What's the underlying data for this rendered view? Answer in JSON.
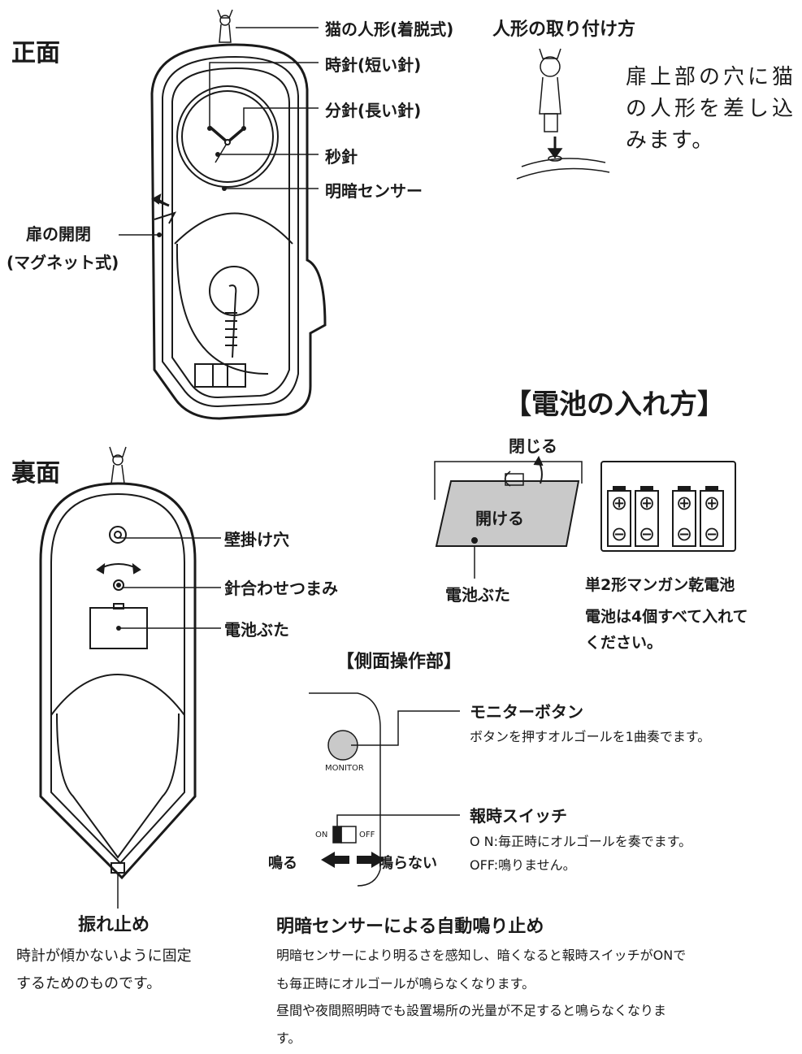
{
  "front": {
    "title": "正面",
    "callouts": {
      "cat_doll": "猫の人形(着脱式)",
      "hour_hand": "時針(短い針)",
      "minute_hand": "分針(長い針)",
      "second_hand": "秒針",
      "light_sensor": "明暗センサー"
    },
    "door_label_1": "扉の開閉",
    "door_label_2": "(マグネット式)"
  },
  "doll": {
    "heading": "人形の取り付け方",
    "text_lines": [
      "扉上部の穴に猫",
      "の人形を差し込",
      "みます。"
    ]
  },
  "battery": {
    "heading": "【電池の入れ方】",
    "close_label": "閉じる",
    "open_label": "開ける",
    "cover_label": "電池ぶた",
    "plus": "⊕",
    "minus": "⊖",
    "battery_type": "単2形マンガン乾電池",
    "note_1": "電池は4個すべて入れて",
    "note_2": "ください。"
  },
  "back": {
    "title": "裏面",
    "callouts": {
      "wall_hole": "壁掛け穴",
      "hand_knob": "針合わせつまみ",
      "battery_cover": "電池ぶた"
    },
    "stopper_label": "振れ止め",
    "stopper_desc_1": "時計が傾かないように固定",
    "stopper_desc_2": "するためのものです。"
  },
  "side": {
    "heading": "【側面操作部】",
    "monitor_button_label": "MONITOR",
    "monitor_title": "モニターボタン",
    "monitor_desc": "ボタンを押すオルゴールを1曲奏でます。",
    "switch_on": "ON",
    "switch_off": "OFF",
    "chime_title": "報時スイッチ",
    "chime_on_desc": "O N:毎正時にオルゴールを奏でます。",
    "chime_off_desc": "OFF:鳴りません。",
    "rings": "鳴る",
    "no_ring": "鳴らない"
  },
  "sensor": {
    "heading": "明暗センサーによる自動鳴り止め",
    "lines": [
      "明暗センサーにより明るさを感知し、暗くなると報時スイッチがONで",
      "も毎正時にオルゴールが鳴らなくなります。",
      "昼間や夜間照明時でも設置場所の光量が不足すると鳴らなくなりま",
      "す。"
    ]
  }
}
